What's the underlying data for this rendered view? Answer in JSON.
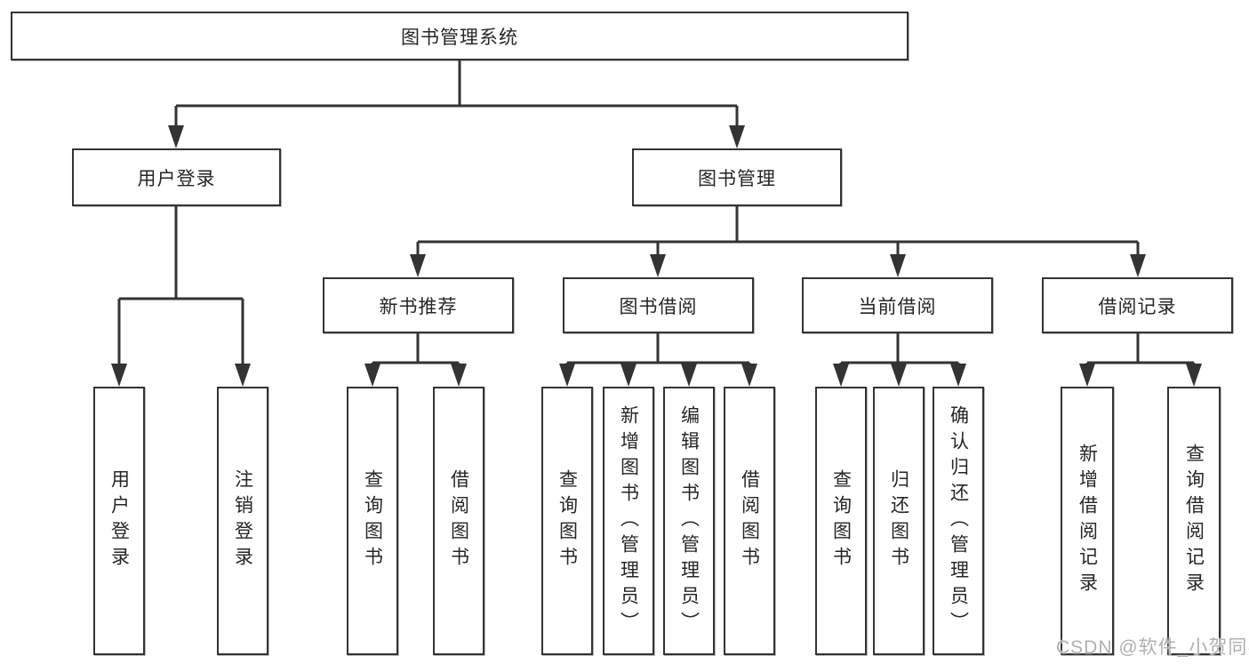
{
  "colors": {
    "line": "#333333",
    "box_border": "#333333",
    "text": "#262626",
    "watermark": "#b0b0b0",
    "background": "#ffffff"
  },
  "watermark": {
    "text": "CSDN @软件_小贺同学"
  },
  "diagram": {
    "root": {
      "label": "图书管理系统"
    },
    "branches": [
      {
        "label": "用户登录",
        "children": [
          {
            "label": "用户登录"
          },
          {
            "label": "注销登录"
          }
        ]
      },
      {
        "label": "图书管理",
        "groups": [
          {
            "label": "新书推荐",
            "children": [
              {
                "label": "查询图书"
              },
              {
                "label": "借阅图书"
              }
            ]
          },
          {
            "label": "图书借阅",
            "children": [
              {
                "label": "查询图书"
              },
              {
                "label": "新增图书（管理员）"
              },
              {
                "label": "编辑图书（管理员）"
              },
              {
                "label": "借阅图书"
              }
            ]
          },
          {
            "label": "当前借阅",
            "children": [
              {
                "label": "查询图书"
              },
              {
                "label": "归还图书"
              },
              {
                "label": "确认归还（管理员）"
              }
            ]
          },
          {
            "label": "借阅记录",
            "children": [
              {
                "label": "新增借阅记录"
              },
              {
                "label": "查询借阅记录"
              }
            ]
          }
        ]
      }
    ]
  }
}
